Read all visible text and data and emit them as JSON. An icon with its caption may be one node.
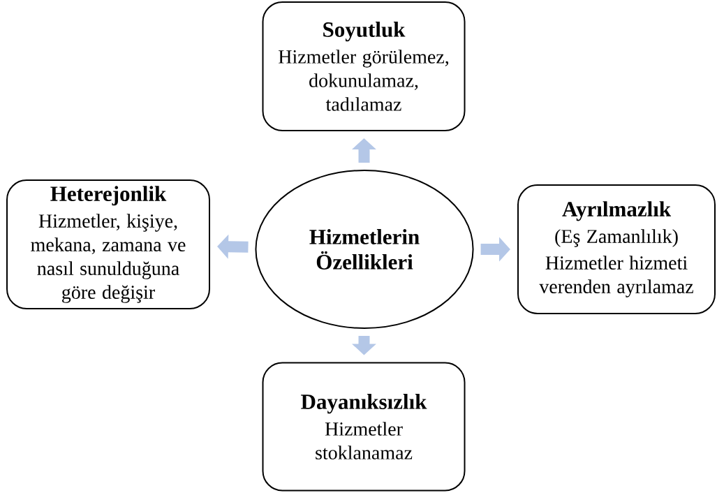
{
  "diagram": {
    "nodes": [
      {
        "text": [
          "Hizmetlerin Özellikleri"
        ]
      },
      {
        "text": [
          "Soyutluk",
          "Hizmetler görülemez, dokunulamaz, tadılamaz"
        ]
      },
      {
        "text": [
          "Heterejonlik",
          "Hizmetler, kişiye, mekana, zamana ve nasıl sunulduğuna göre değişir"
        ]
      },
      {
        "text": [
          "Ayrılmazlık",
          "(Eş Zamanlılık)",
          "Hizmetler hizmeti verenden ayrılamaz"
        ]
      },
      {
        "text": [
          "Dayanıksızlık",
          "Hizmetler stoklanamaz"
        ]
      }
    ],
    "edges": [
      {
        "from": 0,
        "to": 1,
        "arrow": "to"
      },
      {
        "from": 0,
        "to": 2,
        "arrow": "to"
      },
      {
        "from": 0,
        "to": 3,
        "arrow": "to"
      },
      {
        "from": 0,
        "to": 4,
        "arrow": "to"
      }
    ]
  }
}
